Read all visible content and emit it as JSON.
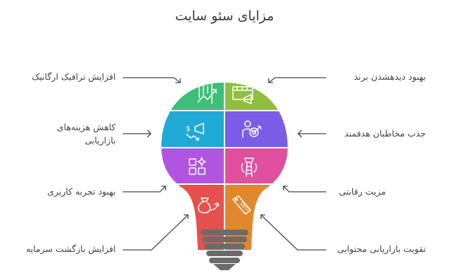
{
  "title": "مزایای سئو سایت",
  "colors": {
    "green": "#3dbf78",
    "olive": "#8fbf3d",
    "blue": "#1faad6",
    "violet": "#7b5ce6",
    "purple": "#b155e0",
    "pink": "#e04f9e",
    "red": "#e5514f",
    "orange": "#e0882e",
    "base": "#6b6b6b",
    "arrow": "#444444"
  },
  "segments": [
    {
      "id": "organic-traffic",
      "color": "green",
      "icon": "chart-growth-icon"
    },
    {
      "id": "brand-visibility",
      "color": "olive",
      "icon": "billboard-megaphone-icon"
    },
    {
      "id": "marketing-cost",
      "color": "blue",
      "icon": "money-down-megaphone-icon"
    },
    {
      "id": "target-audience",
      "color": "violet",
      "icon": "person-target-icon"
    },
    {
      "id": "user-experience",
      "color": "purple",
      "icon": "apps-sparkle-icon"
    },
    {
      "id": "competitive-advantage",
      "color": "pink",
      "icon": "trophy-ladder-icon"
    },
    {
      "id": "roi",
      "color": "red",
      "icon": "money-bag-return-icon"
    },
    {
      "id": "content-marketing",
      "color": "orange",
      "icon": "seo-tag-icon"
    }
  ],
  "labels": {
    "left": [
      {
        "text": "افزایش ترافیک ارگانیک"
      },
      {
        "line1": "کاهش هزینه‌های",
        "line2": "بازاریابی"
      },
      {
        "text": "بهبود تجربه کاربری"
      },
      {
        "text": "افزایش بازگشت سرمایه"
      }
    ],
    "right": [
      {
        "text": "بهبود دیدهشدن برند"
      },
      {
        "text": "جذب مخاطبان هدفمند"
      },
      {
        "text": "مزیت رقابتی"
      },
      {
        "text": "تقویت بازاریابی محتوایی"
      }
    ]
  }
}
